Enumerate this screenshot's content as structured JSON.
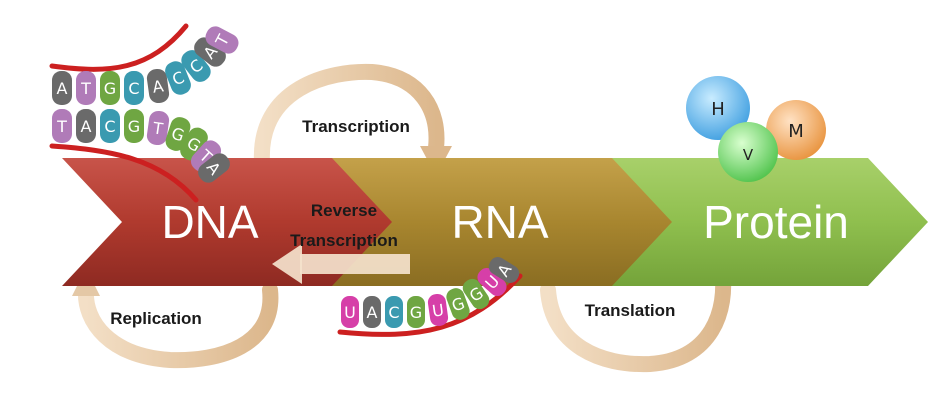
{
  "stages": {
    "dna": "DNA",
    "rna": "RNA",
    "protein": "Protein"
  },
  "processes": {
    "transcription": "Transcription",
    "reverse_line1": "Reverse",
    "reverse_line2": "Transcription",
    "replication": "Replication",
    "translation": "Translation"
  },
  "dna_strand_top": [
    "A",
    "T",
    "G",
    "C",
    "A",
    "C",
    "C",
    "A",
    "T"
  ],
  "dna_strand_bottom": [
    "T",
    "A",
    "C",
    "G",
    "T",
    "G",
    "G",
    "T",
    "A"
  ],
  "rna_strand": [
    "U",
    "A",
    "C",
    "G",
    "U",
    "G",
    "G",
    "U",
    "A"
  ],
  "molecules": [
    "H",
    "V",
    "M"
  ],
  "colors": {
    "dna_arrow": "#b03a2e",
    "rna_arrow": "#a8862f",
    "protein_arrow": "#8fbf4e",
    "backbone": "#cc2020",
    "base_A": "#6a6a6a",
    "base_T": "#b07bb8",
    "base_G": "#6fa642",
    "base_C": "#3a9ab0",
    "base_U": "#d63fa8",
    "loop": "#e8c9a4"
  }
}
